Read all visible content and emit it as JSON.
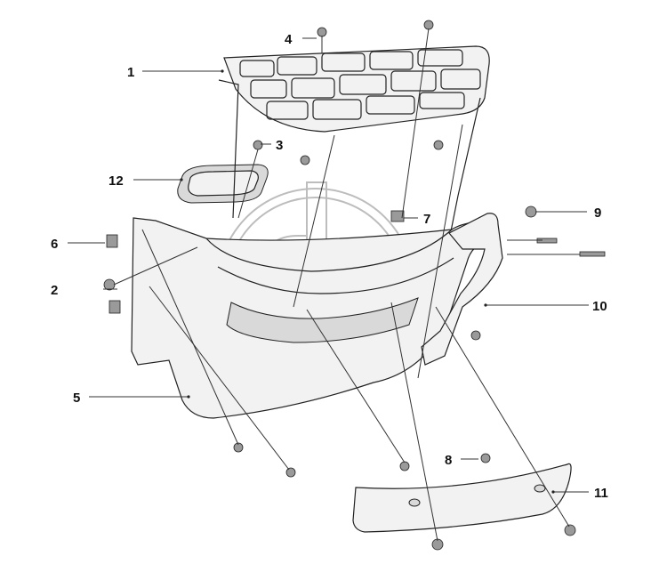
{
  "callouts": [
    {
      "id": "1",
      "label": "1"
    },
    {
      "id": "2",
      "label": "2"
    },
    {
      "id": "3",
      "label": "3"
    },
    {
      "id": "4",
      "label": "4"
    },
    {
      "id": "5",
      "label": "5"
    },
    {
      "id": "6",
      "label": "6"
    },
    {
      "id": "7",
      "label": "7"
    },
    {
      "id": "8",
      "label": "8"
    },
    {
      "id": "9",
      "label": "9"
    },
    {
      "id": "10",
      "label": "10"
    },
    {
      "id": "11",
      "label": "11"
    },
    {
      "id": "12",
      "label": "12"
    }
  ],
  "colors": {
    "line": "#222222",
    "watermark": "#bdbdbd",
    "background": "#ffffff"
  }
}
